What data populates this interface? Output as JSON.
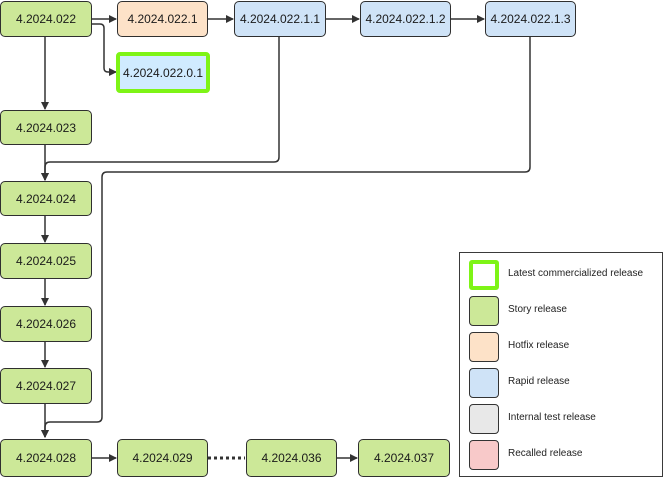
{
  "nodes": {
    "v022": "4.2024.022",
    "v022_1": "4.2024.022.1",
    "v022_1_1": "4.2024.022.1.1",
    "v022_1_2": "4.2024.022.1.2",
    "v022_1_3": "4.2024.022.1.3",
    "v022_0_1": "4.2024.022.0.1",
    "v023": "4.2024.023",
    "v024": "4.2024.024",
    "v025": "4.2024.025",
    "v026": "4.2024.026",
    "v027": "4.2024.027",
    "v028": "4.2024.028",
    "v029": "4.2024.029",
    "v036": "4.2024.036",
    "v037": "4.2024.037"
  },
  "legend": {
    "latest": "Latest commercialized release",
    "story": "Story release",
    "hotfix": "Hotfix release",
    "rapid": "Rapid release",
    "internal": "Internal test release",
    "recalled": "Recalled release"
  },
  "colors": {
    "story": "#cce898",
    "hotfix": "#fde2c8",
    "rapid": "#cfe3f7",
    "latest_border": "#7ef416",
    "internal": "#e8e8e8",
    "recalled": "#f8c9c9"
  }
}
